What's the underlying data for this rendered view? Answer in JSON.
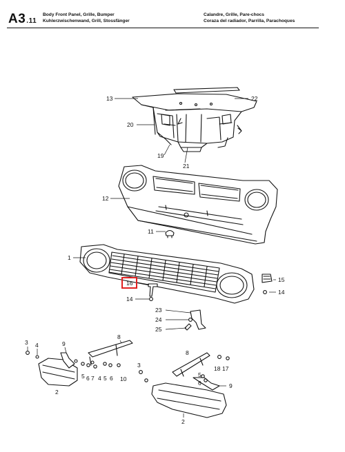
{
  "header": {
    "section_code": "A3",
    "section_sub": ".11",
    "title_en": "Body Front Panel, Grille, Bumper",
    "title_de": "Kuhlerzwischenwand, Grill, Stossfänger",
    "title_fr": "Calandre, Grille, Pare-chocs",
    "title_es": "Coraza del radiador, Parrilla, Parachoques"
  },
  "callouts": {
    "c13": "13",
    "c22": "22",
    "c20": "20",
    "c19": "19",
    "c21": "21",
    "c12": "12",
    "c11": "11",
    "c1": "1",
    "c16": "16",
    "c14a": "14",
    "c15": "15",
    "c14b": "14",
    "c23": "23",
    "c24": "24",
    "c25": "25",
    "c3a": "3",
    "c4a": "4",
    "c9a": "9",
    "c8a": "8",
    "c2a": "2",
    "c5a": "5",
    "c6a": "6",
    "c7a": "7",
    "c4b": "4",
    "c5b": "5",
    "c6b": "6",
    "c10": "10",
    "c3b": "3",
    "c8b": "8",
    "c18": "18",
    "c17": "17",
    "c5c": "5",
    "c6c": "6",
    "c9b": "9",
    "c2b": "2"
  },
  "highlight": {
    "callout": "16",
    "color": "#e02020"
  }
}
